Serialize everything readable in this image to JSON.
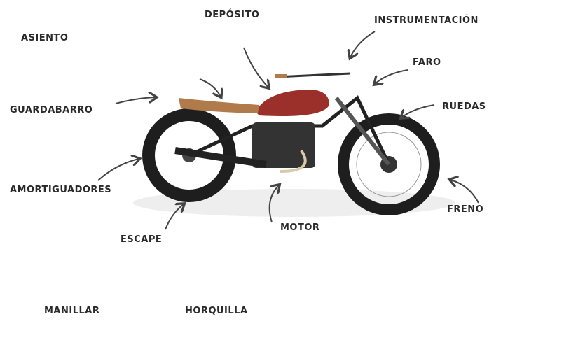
{
  "labels": {
    "deposito": "DEPÓSITO",
    "instrumentacion": "INSTRUMENTACIÓN",
    "asiento": "ASIENTO",
    "faro": "FARO",
    "guardabarro": "GUARDABARRO",
    "ruedas": "RUEDAS",
    "amortiguadores": "AMORTIGUADORES",
    "freno": "FRENO",
    "escape": "ESCAPE",
    "motor": "MOTOR",
    "manillar": "MANILLAR",
    "horquilla": "HORQUILLA"
  },
  "colors": {
    "tank": "#9b2f2a",
    "seat": "#b07a4a",
    "tire": "#1e1e1e",
    "text": "#2a2a2a"
  }
}
